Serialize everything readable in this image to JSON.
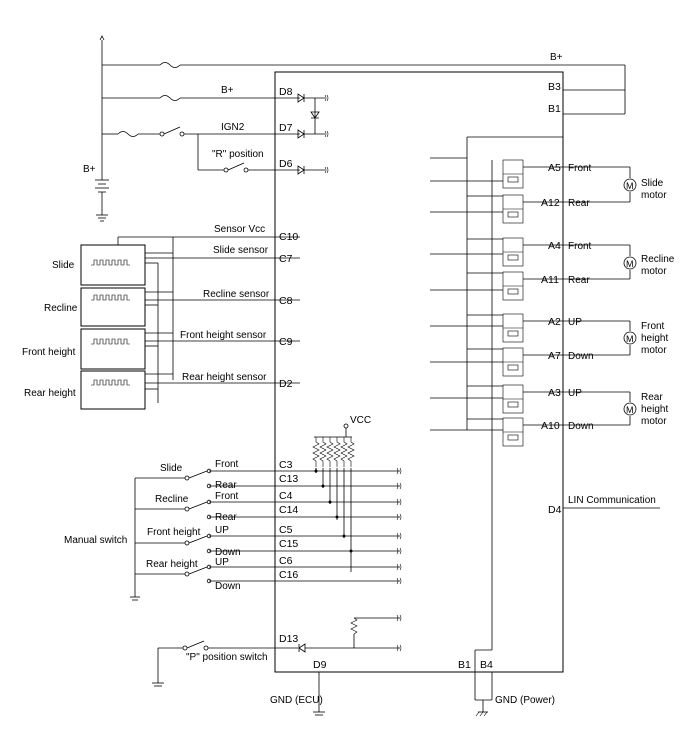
{
  "power": {
    "bplus_top": "B+",
    "bplus_d8": "B+",
    "ign2": "IGN2",
    "r_position": "\"R\" position",
    "bplus_battery": "B+"
  },
  "pins": {
    "d8": "D8",
    "d7": "D7",
    "d6": "D6",
    "c10": "C10",
    "c7": "C7",
    "c8": "C8",
    "c9": "C9",
    "d2": "D2",
    "c3": "C3",
    "c13": "C13",
    "c4": "C4",
    "c14": "C14",
    "c5": "C5",
    "c15": "C15",
    "c6": "C6",
    "c16": "C16",
    "d13": "D13",
    "d9": "D9",
    "b1_bottom": "B1",
    "b4": "B4",
    "b3": "B3",
    "b1_right": "B1",
    "a5": "A5",
    "a12": "A12",
    "a4": "A4",
    "a11": "A11",
    "a2": "A2",
    "a7": "A7",
    "a3": "A3",
    "a10": "A10",
    "d4": "D4"
  },
  "sensors": {
    "sensor_vcc": "Sensor Vcc",
    "slide_sensor": "Slide sensor",
    "recline_sensor": "Recline sensor",
    "front_height_sensor": "Front height sensor",
    "rear_height_sensor": "Rear height sensor",
    "slide": "Slide",
    "recline": "Recline",
    "front_height": "Front height",
    "rear_height": "Rear height"
  },
  "switches": {
    "vcc": "VCC",
    "slide": "Slide",
    "recline": "Recline",
    "front_height": "Front height",
    "rear_height": "Rear height",
    "manual_switch": "Manual switch",
    "front_1": "Front",
    "rear_1": "Rear",
    "front_2": "Front",
    "rear_2": "Rear",
    "up_3": "UP",
    "down_3": "Down",
    "up_4": "UP",
    "down_4": "Down",
    "p_position_switch": "\"P\" position switch"
  },
  "outputs": {
    "front_slide": "Front",
    "rear_slide": "Rear",
    "slide_motor": [
      "Slide",
      "motor"
    ],
    "front_recline": "Front",
    "rear_recline": "Rear",
    "recline_motor": [
      "Recline",
      "motor"
    ],
    "up_fh": "UP",
    "down_fh": "Down",
    "front_height_motor": [
      "Front",
      "height",
      "motor"
    ],
    "up_rh": "UP",
    "down_rh": "Down",
    "rear_height_motor": [
      "Rear",
      "height",
      "motor"
    ],
    "lin": "LIN Communication",
    "motor_symbol": "M"
  },
  "ground": {
    "gnd_ecu": "GND (ECU)",
    "gnd_power": "GND (Power)"
  }
}
